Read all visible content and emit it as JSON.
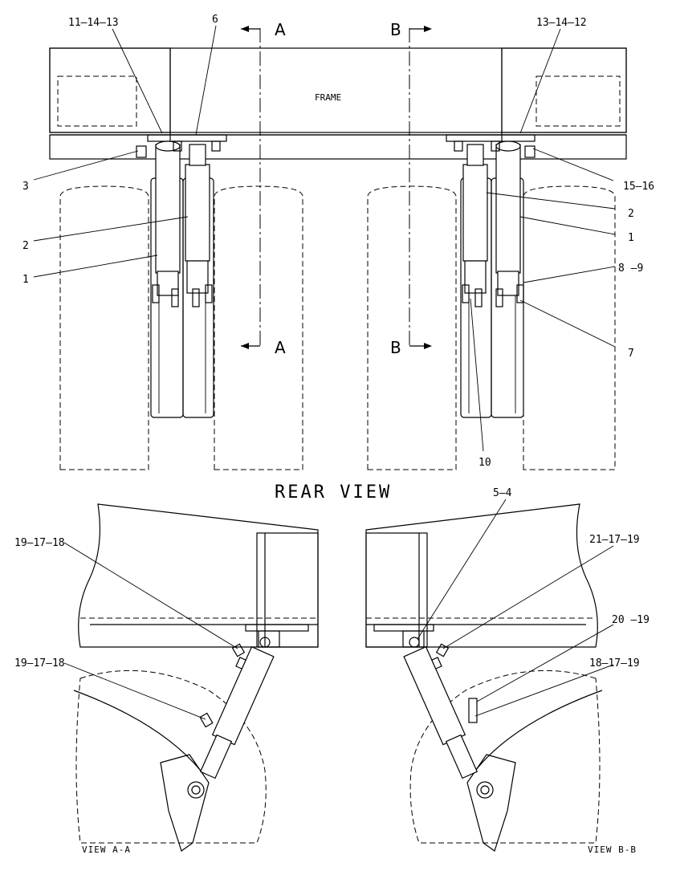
{
  "rear_view": {
    "title": "REAR VIEW",
    "frame_label": "FRAME",
    "section_a_label": "A",
    "section_b_label": "B"
  },
  "callouts": {
    "c_11_14_13": "11–14–13",
    "c_6": "6",
    "c_13_14_12": "13–14–12",
    "c_3": "3",
    "c_15_16": "15–16",
    "c_2_left": "2",
    "c_1_left": "1",
    "c_2_right": "2",
    "c_1_right": "1",
    "c_8_9": "8 –9",
    "c_7": "7",
    "c_10": "10",
    "c_5_4": "5–4",
    "c_19_17_18_top": "19–17–18",
    "c_19_17_18_bottom": "19–17–18",
    "c_21_17_19": "21–17–19",
    "c_20_19": "20 –19",
    "c_18_17_19": "18–17–19"
  },
  "views": {
    "view_aa": "VIEW  A-A",
    "view_bb": "VIEW  B-B"
  }
}
